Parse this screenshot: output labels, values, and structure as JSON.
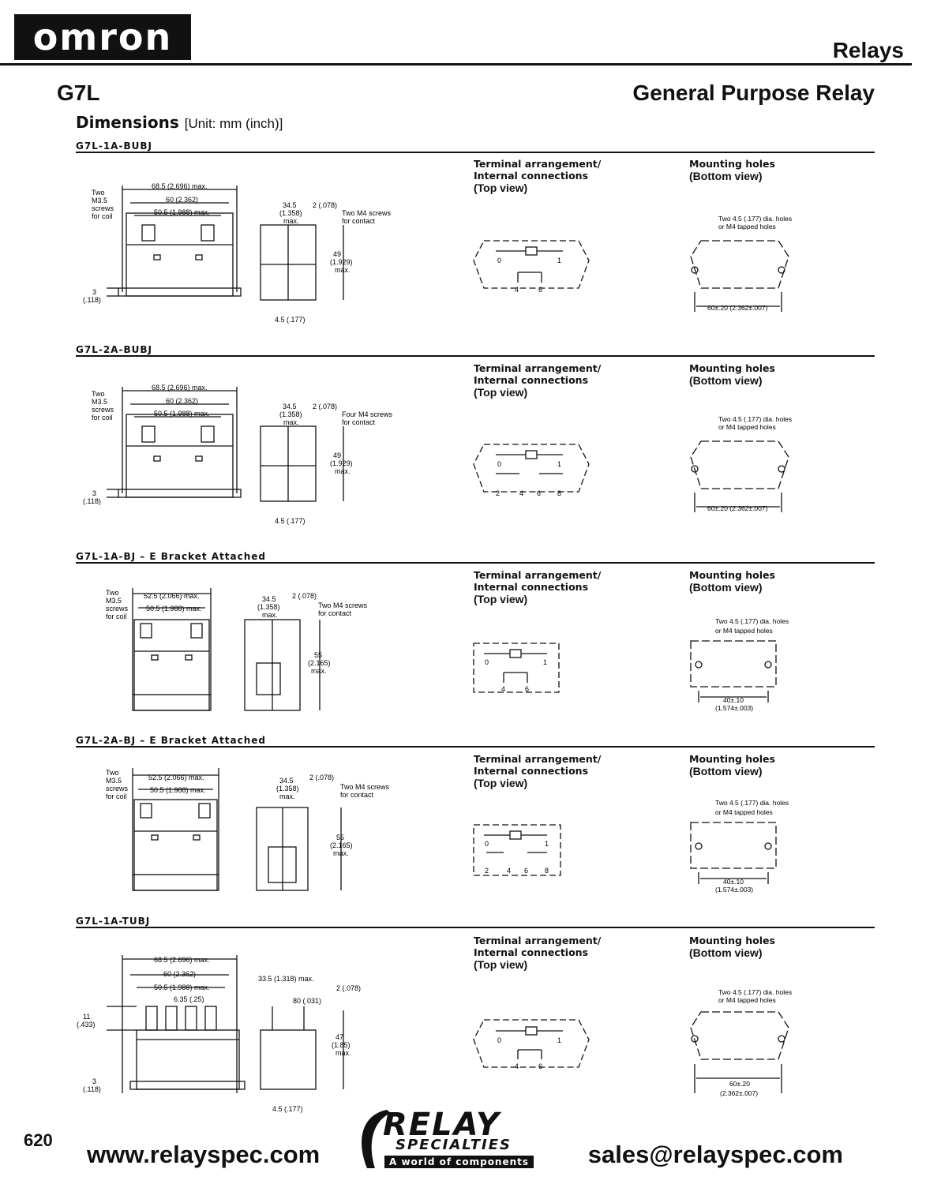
{
  "header": {
    "brand": "omron",
    "section": "Relays",
    "series": "G7L",
    "product_title": "General Purpose Relay"
  },
  "dimensions": {
    "heading": "Dimensions",
    "unit": "[Unit: mm (inch)]"
  },
  "columns": {
    "terminal_heading_1": "Terminal arrangement/",
    "terminal_heading_2": "Internal connections",
    "terminal_sub": "(Top view)",
    "mounting_heading": "Mounting holes",
    "mounting_sub": "(Bottom view)"
  },
  "models": [
    {
      "name": "G7L-1A-BUBJ",
      "front": {
        "coil": [
          "Two",
          "M3.5",
          "screws",
          "for coil"
        ],
        "w1": "68.5 (2.696) max.",
        "w2": "60 (2.362)",
        "w3": "50.5 (1.988) max.",
        "h": "3",
        "h_in": "(.118)"
      },
      "side": {
        "d1": "34.5",
        "d1_in": "(1.358)",
        "d1_max": "max.",
        "d2": "2 (.078)",
        "screws": "Two M4 screws",
        "screws2": "for contact",
        "h": "49",
        "h_in": "(1.929)",
        "h_max": "max.",
        "pin": "4.5 (.177)"
      },
      "terminals": [
        "0",
        "1",
        "4",
        "6"
      ],
      "mounting": {
        "holes1": "Two 4.5 (.177) dia. holes",
        "holes2": "or M4 tapped holes",
        "spacing": "60±.20 (2.362±.007)"
      }
    },
    {
      "name": "G7L-2A-BUBJ",
      "front": {
        "coil": [
          "Two",
          "M3.5",
          "screws",
          "for coil"
        ],
        "w1": "68.5 (2.696) max.",
        "w2": "60 (2.362)",
        "w3": "50.5 (1.988) max.",
        "h": "3",
        "h_in": "(.118)"
      },
      "side": {
        "d1": "34.5",
        "d1_in": "(1.358)",
        "d1_max": "max.",
        "d2": "2 (.078)",
        "screws": "Four M4 screws",
        "screws2": "for contact",
        "h": "49",
        "h_in": "(1.929)",
        "h_max": "max.",
        "pin": "4.5 (.177)"
      },
      "terminals": [
        "0",
        "1",
        "2",
        "4",
        "6",
        "8"
      ],
      "mounting": {
        "holes1": "Two 4.5 (.177) dia. holes",
        "holes2": "or M4 tapped holes",
        "spacing": "60±.20 (2.362±.007)"
      }
    },
    {
      "name": "G7L-1A-BJ – E Bracket Attached",
      "front": {
        "coil": [
          "Two",
          "M3.5",
          "screws",
          "for coil"
        ],
        "w1": "52.5 (2.066) max.",
        "w3": "50.5 (1.988) max."
      },
      "side": {
        "d1": "34.5",
        "d1_in": "(1.358)",
        "d1_max": "max.",
        "d2": "2 (.078)",
        "screws": "Two M4 screws",
        "screws2": "for contact",
        "h": "55",
        "h_in": "(2.165)",
        "h_max": "max."
      },
      "terminals": [
        "0",
        "1",
        "4",
        "6"
      ],
      "mounting": {
        "holes1": "Two 4.5 (.177) dia. holes",
        "holes2": "or M4 tapped holes",
        "spacing": "40±.10",
        "spacing_in": "(1.574±.003)"
      }
    },
    {
      "name": "G7L-2A-BJ – E Bracket Attached",
      "front": {
        "coil": [
          "Two",
          "M3.5",
          "screws",
          "for coil"
        ],
        "w1": "52.5 (2.066) max.",
        "w3": "50.5 (1.988) max."
      },
      "side": {
        "d1": "34.5",
        "d1_in": "(1.358)",
        "d1_max": "max.",
        "d2": "2 (.078)",
        "screws": "Two M4 screws",
        "screws2": "for contact",
        "h": "55",
        "h_in": "(2.165)",
        "h_max": "max."
      },
      "terminals": [
        "0",
        "1",
        "2",
        "4",
        "6",
        "8"
      ],
      "mounting": {
        "holes1": "Two 4.5 (.177) dia. holes",
        "holes2": "or M4 tapped holes",
        "spacing": "40±.10",
        "spacing_in": "(1.574±.003)"
      }
    },
    {
      "name": "G7L-1A-TUBJ",
      "front": {
        "w1": "68.5 (2.696) max.",
        "w2": "60 (2.362)",
        "w3": "50.5 (1.988) max.",
        "w4": "6.35 (.25)",
        "tab": "11",
        "tab_in": "(.433)",
        "h": "3",
        "h_in": "(.118)"
      },
      "side": {
        "d1": "33.5 (1.318) max.",
        "d2": "2 (.078)",
        "t": "80 (.031)",
        "h": "47",
        "h_in": "(1.85)",
        "h_max": "max.",
        "pin": "4.5 (.177)"
      },
      "terminals": [
        "0",
        "1",
        "4",
        "6"
      ],
      "mounting": {
        "holes1": "Two 4.5 (.177) dia. holes",
        "holes2": "or M4 tapped holes",
        "spacing": "60±.20",
        "spacing_in": "(2.362±.007)"
      }
    }
  ],
  "footer": {
    "page_number": "620",
    "website": "www.relayspec.com",
    "logo_main": "RELAY",
    "logo_sub": "SPECIALTIES",
    "logo_tag": "A world of components",
    "email": "sales@relayspec.com"
  }
}
